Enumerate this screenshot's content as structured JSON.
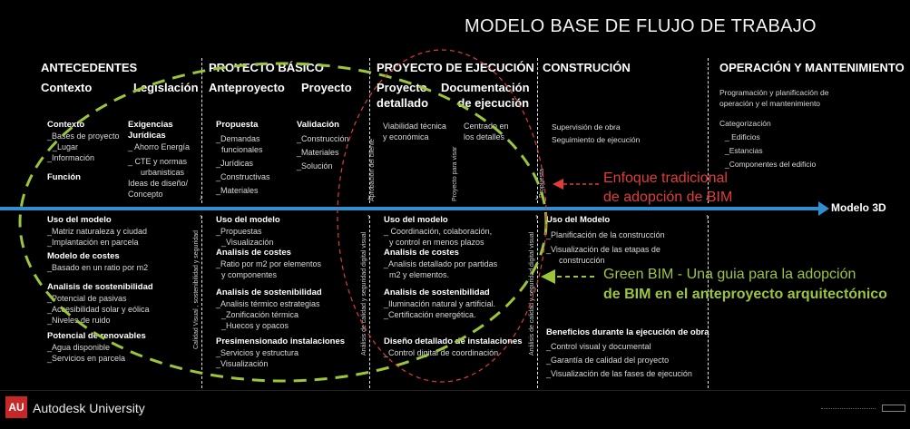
{
  "title": "MODELO BASE DE FLUJO DE TRABAJO",
  "phases": {
    "antecedentes": "ANTECEDENTES",
    "proyecto_basico": "PROYECTO BÁSICO",
    "proyecto_ejecucion": "PROYECTO DE EJECUCIÓN",
    "construccion": "CONSTRUCIÓN",
    "operacion": "OPERACIÓN Y MANTENIMIENTO"
  },
  "subphases": {
    "contexto": "Contexto",
    "legislacion": "Legislación",
    "anteproyecto": "Anteproyecto",
    "proyecto": "Proyecto",
    "proyecto_detallado_1": "Proyecto",
    "proyecto_detallado_2": "detallado",
    "documentacion_1": "Documentación",
    "documentacion_2": "de ejecución"
  },
  "upper": {
    "contexto": {
      "title": "Contexto",
      "items": [
        "_Bases de proyecto",
        "_Lugar",
        "_Información"
      ],
      "funcion": "Función"
    },
    "exigencias": {
      "title_1": "Exigencias",
      "title_2": "Jurídicas",
      "items": [
        "_ Ahorro Energía",
        "_ CTE y normas",
        "urbanisticas",
        "Ideas de diseño/",
        "Concepto"
      ]
    },
    "propuesta": {
      "title": "Propuesta",
      "items": [
        "_Demandas",
        "funcionales",
        "_Jurídicas",
        "_Constructivas",
        "_Materiales"
      ]
    },
    "validacion": {
      "title": "Validación",
      "items": [
        "_Construcción",
        "_Materiales",
        "_Solución"
      ]
    },
    "viabilidad": [
      "Viabilidad técnica",
      "y económica"
    ],
    "centrado": [
      "Centrado en",
      "los detalles"
    ],
    "construccion": [
      "Supervisión de obra",
      "Seguimiento de ejecución"
    ],
    "operacion": {
      "intro": [
        "Programación y planificación de",
        "operación y el mantenimiento"
      ],
      "categorizacion": "Categorización",
      "items": [
        "_ Edificios",
        "_Estancias",
        "_Componentes del edificio"
      ]
    }
  },
  "vertical_labels": {
    "aprobacion": "Aprobación del cliente",
    "proyecto_visar": "Proyecto para visar",
    "propuesta": "Propuesta",
    "calidad_1": "Calidad Visual , sostenibilidad y seguridad",
    "calidad_2": "Análisis de calidad y seguridad digital visual",
    "calidad_3": "Análisis de calidad y seguridad digital visual"
  },
  "axis_label": "Modelo 3D",
  "lower": {
    "antecedentes": {
      "uso": "Uso del modelo",
      "uso_items": [
        "_Matriz  naturaleza y ciudad",
        "_Implantación en parcela"
      ],
      "costes": "Modelo de costes",
      "costes_items": [
        "_Basado en un ratio por m2"
      ],
      "sost": "Analisis de sostenibilidad",
      "sost_items": [
        "_Potencial de pasivas",
        "_Accesibilidad solar y eólica",
        "_Niveles de ruido"
      ],
      "renov": "Potencial de renovables",
      "renov_items": [
        "_Agua disponible",
        "_Servicios en parcela"
      ]
    },
    "basico": {
      "uso": "Uso del modelo",
      "uso_items": [
        "_Propuestas",
        "_Visualización"
      ],
      "costes": "Analisis de costes",
      "costes_items": [
        "_Ratio por m2 por elementos",
        "y componentes"
      ],
      "sost": "Analisis de sostenibilidad",
      "sost_items": [
        "_Analisis térmico estrategias",
        "_Zonificación térmica",
        "_Huecos y opacos"
      ],
      "presim": "Presimensionado instalaciones",
      "presim_items": [
        "_Servicios y estructura",
        "_Visualización"
      ]
    },
    "ejecucion": {
      "uso": "Uso del modelo",
      "uso_items": [
        "_ Coordinación, colaboración,",
        "y control en menos plazos"
      ],
      "costes": "Analisis de costes",
      "costes_items": [
        "_Analisis detallado por partidas",
        "m2 y elementos."
      ],
      "sost": "Analisis de sostenibilidad",
      "sost_items": [
        "_Iluminación natural y artificial.",
        "_Certificación energética."
      ],
      "diseno": "Diseño detallado de instalaciones",
      "diseno_items": [
        "_Control digital de coordinación"
      ]
    },
    "construccion": {
      "uso": "Uso del Modelo",
      "uso_items": [
        "_Planificación de la construcción",
        "_Visualización de las etapas de",
        "construcción"
      ],
      "benef": "Beneficios durante la ejecución de obra",
      "benef_items": [
        "_Control visual y documental",
        "_Garantía de calidad del proyecto",
        "_Visualización de las fases de ejecución"
      ]
    }
  },
  "notes": {
    "red_1": "Enfoque tradicional",
    "red_2": "de adopción de BIM",
    "green_1": "Green BIM - Una guia para la adopción",
    "green_2": "de BIM en el anteproyecto arquitectónico"
  },
  "footer": {
    "logo": "AU",
    "brand": "Autodesk University"
  },
  "colors": {
    "axis": "#2f8fd0",
    "red": "#e03c3c",
    "green": "#9cc53b",
    "brand": "#c62828"
  }
}
